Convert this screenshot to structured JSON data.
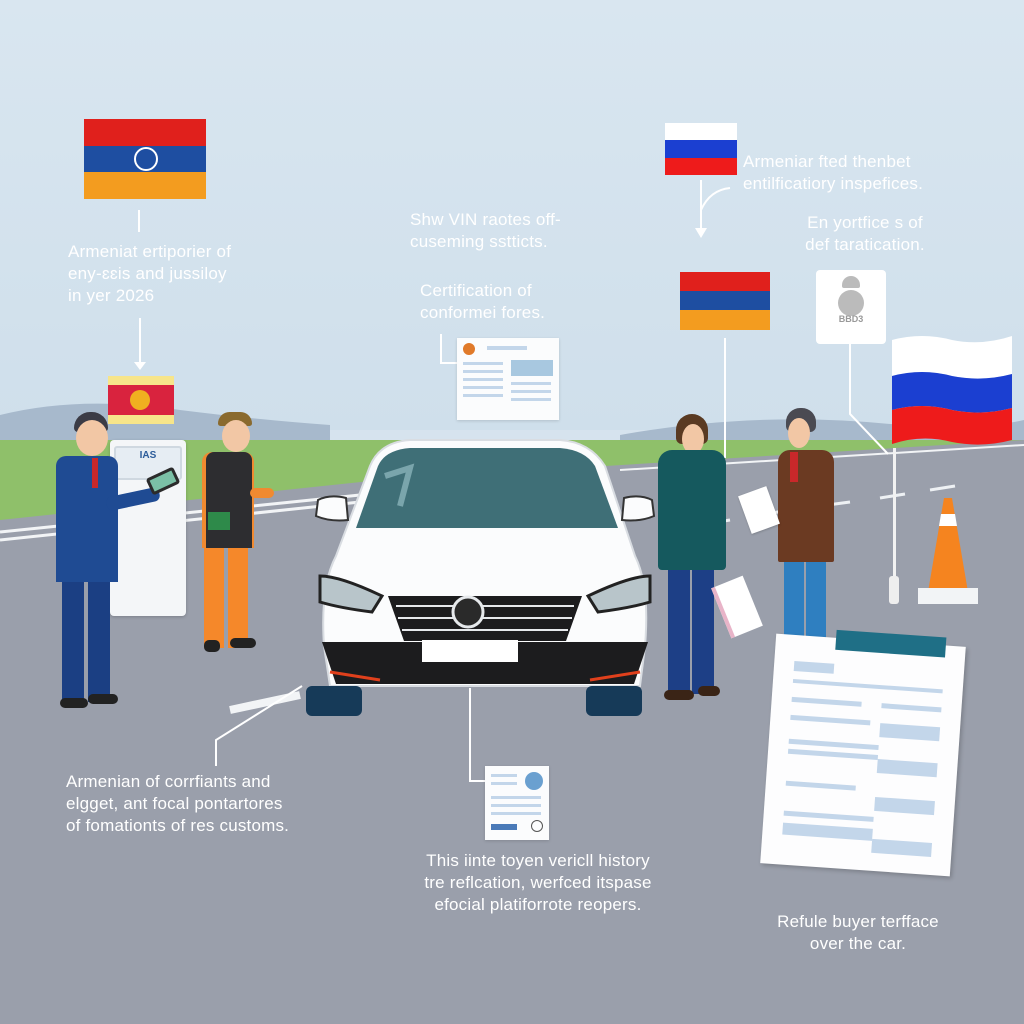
{
  "scene": {
    "colors": {
      "sky": "#d6e3ee",
      "road": "#9a9fab",
      "grass": "#8fc06a",
      "caption_text": "#ffffff",
      "armenia_red": "#e0201c",
      "armenia_blue": "#1e4ea1",
      "armenia_orange": "#f39c1f",
      "russia_white": "#ffffff",
      "russia_blue": "#1b3fd1",
      "russia_red": "#ee1b1b",
      "cone_orange": "#f5841f"
    }
  },
  "captions": {
    "top_left": [
      "Armeniat ertiporier of",
      "eny-ɛɛis and jussiloy",
      "in yer 2026"
    ],
    "top_center_1": [
      "Shw VIN raotes off-",
      "cusеming sstticts."
    ],
    "top_center_2": [
      "Certification of",
      "conformеi fores."
    ],
    "top_right_1": [
      "Armeniar fted thenbet",
      "entilficatiory inspefices."
    ],
    "top_right_2": [
      "En yortfice s of",
      "def taratication."
    ],
    "bottom_left": [
      "Armenian of corrfiants and",
      "elgget, ant focal pontartores",
      "of fomationts of res customs."
    ],
    "bottom_center": [
      "This iinte toyen vericll history",
      "tre reflcation, werfced itspase",
      "efocial platiforrote reopers."
    ],
    "bottom_right": [
      "Refule buyer terfface",
      "over the car."
    ]
  },
  "icons": {
    "armenia_flag_top_left": "armenia-flag-icon",
    "russia_flag_top_right": "russia-flag-icon",
    "armenia_flag_mid_right": "armenia-flag-icon",
    "russia_flag_waving": "russia-flag-icon",
    "emblem_flag": "yellow-red-emblem-flag-icon",
    "inspector_badge": "inspector-robot-icon",
    "inspector_badge_text": "BBD3",
    "kiosk_screen_text": "IAS",
    "certificate_doc": "certificate-document-icon",
    "history_doc": "vehicle-history-document-icon",
    "large_form": "registration-form-icon",
    "traffic_cone": "traffic-cone-icon",
    "car": "white-sedan-car"
  },
  "people": [
    {
      "role": "official-with-scanner",
      "jacket": "#1f4b93"
    },
    {
      "role": "worker-in-vest",
      "jacket": "#f08a30"
    },
    {
      "role": "man-in-teal-jacket",
      "jacket": "#15595e"
    },
    {
      "role": "man-in-brown-jacket",
      "jacket": "#6b3a22"
    }
  ]
}
